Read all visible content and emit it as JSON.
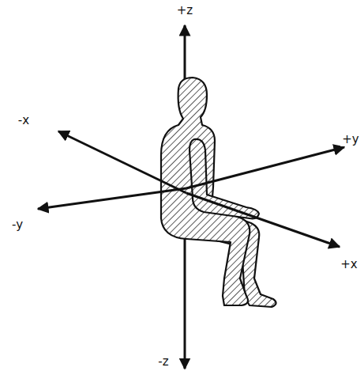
{
  "diagram": {
    "labels": [
      "+z",
      "-x",
      "+y",
      "-y",
      "+x",
      "-z"
    ]
  }
}
